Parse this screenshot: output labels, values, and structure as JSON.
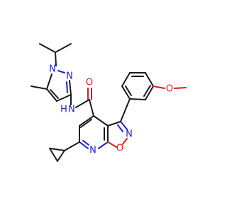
{
  "molecule": {
    "atom_labels": {
      "n_pyrazole_1": "N",
      "n_pyrazole_2": "N",
      "n_amide": "N",
      "h_amide": "H",
      "o_carbonyl": "O",
      "o_methoxy": "O",
      "n_isoxazole": "N",
      "o_isoxazole": "O",
      "n_pyridine": "N"
    },
    "colors": {
      "carbon_bond": "#1a1a1a",
      "nitrogen": "#1d22c8",
      "oxygen": "#d81e1e",
      "background": "#ffffff"
    }
  }
}
